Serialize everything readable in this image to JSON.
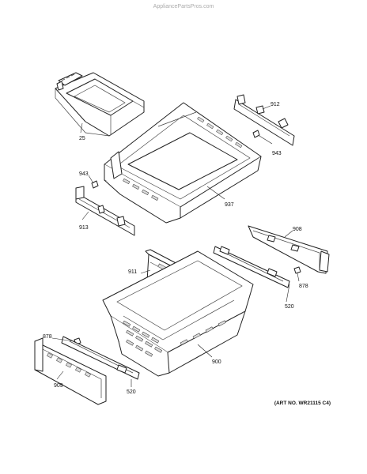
{
  "watermark": "AppliancePartsPros.com",
  "art_number": "(ART NO. WR21115 C4)",
  "parts": [
    {
      "id": "ice-bin",
      "label": "25"
    },
    {
      "id": "rail-upper-right",
      "label": "912"
    },
    {
      "id": "clip-upper-right",
      "label": "943"
    },
    {
      "id": "upper-basket",
      "label": "937"
    },
    {
      "id": "clip-upper-left",
      "label": "943"
    },
    {
      "id": "rail-upper-left",
      "label": "913"
    },
    {
      "id": "rail-lower-right",
      "label": "908"
    },
    {
      "id": "divider",
      "label": "911"
    },
    {
      "id": "slide-right",
      "label": "520"
    },
    {
      "id": "clip-lower-right",
      "label": "878"
    },
    {
      "id": "lower-basket",
      "label": "900"
    },
    {
      "id": "clip-lower-left",
      "label": "878"
    },
    {
      "id": "rail-lower-left",
      "label": "909"
    },
    {
      "id": "slide-left",
      "label": "520"
    }
  ]
}
